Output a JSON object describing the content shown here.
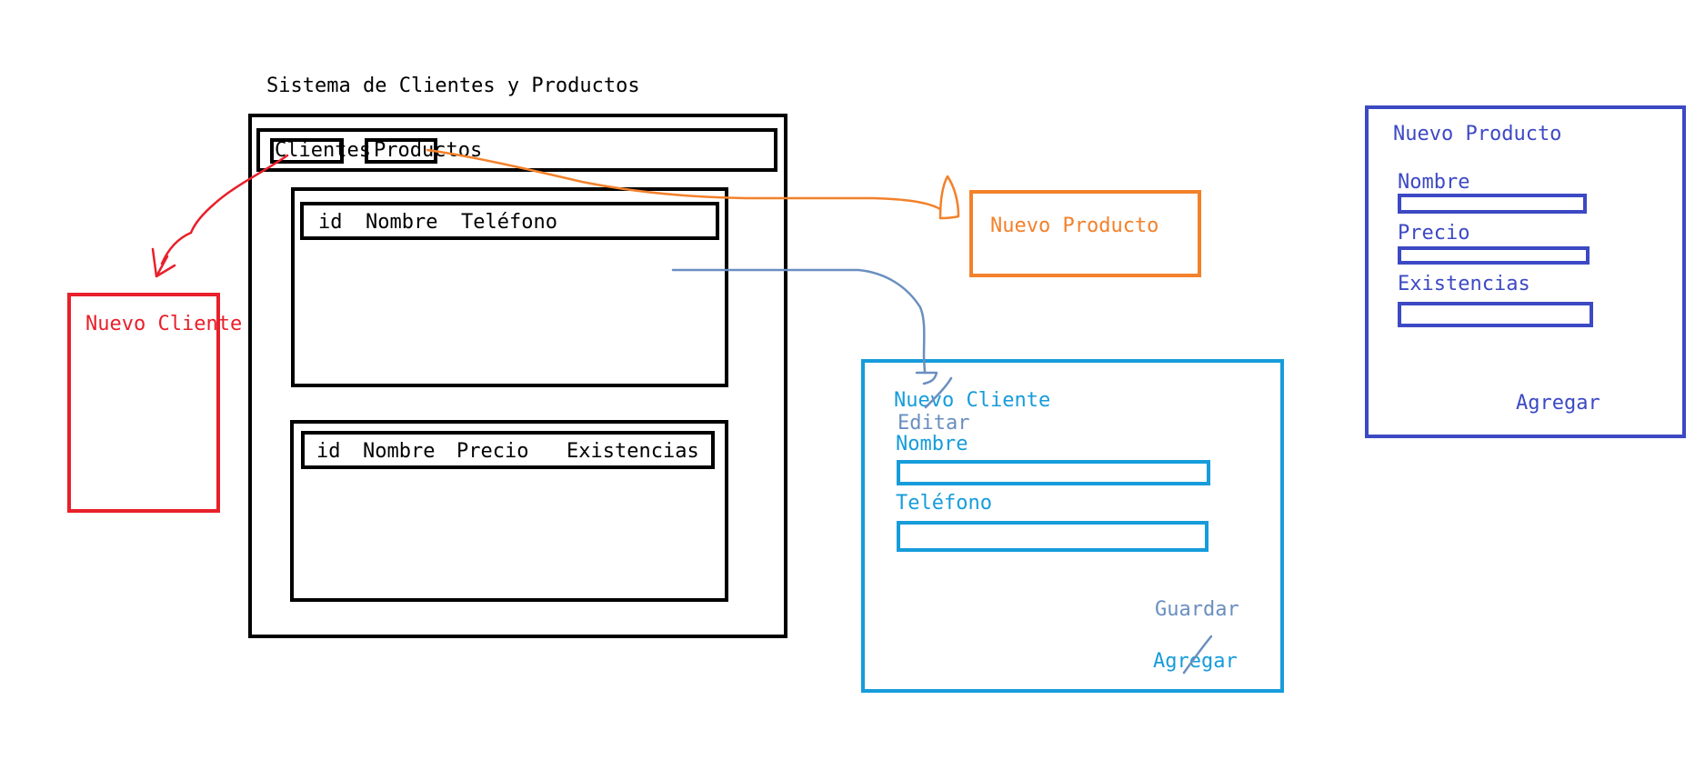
{
  "main_window": {
    "title": "Sistema de Clientes y Productos",
    "tabs": [
      {
        "label": "Clientes"
      },
      {
        "label": "Productos"
      }
    ],
    "clients_table": {
      "columns": [
        "id",
        "Nombre",
        "Teléfono"
      ]
    },
    "products_table": {
      "columns": [
        "id",
        "Nombre",
        "Precio",
        "Existencias"
      ]
    }
  },
  "new_client_sketch": {
    "title": "Nuevo Cliente"
  },
  "new_product_sketch": {
    "title": "Nuevo Producto"
  },
  "client_form": {
    "title": "Nuevo Cliente",
    "edit_label": "Editar",
    "fields": [
      {
        "label": "Nombre",
        "value": ""
      },
      {
        "label": "Teléfono",
        "value": ""
      }
    ],
    "save_label": "Guardar",
    "add_label": "Agregar"
  },
  "product_form": {
    "title": "Nuevo Producto",
    "fields": [
      {
        "label": "Nombre",
        "value": ""
      },
      {
        "label": "Precio",
        "value": ""
      },
      {
        "label": "Existencias",
        "value": ""
      }
    ],
    "add_label": "Agregar"
  },
  "colors": {
    "black": "#000000",
    "red": "#e8202a",
    "orange": "#f3812b",
    "cyan": "#169cdb",
    "blue": "#3c49c4",
    "connector": "#6a8fbf"
  }
}
